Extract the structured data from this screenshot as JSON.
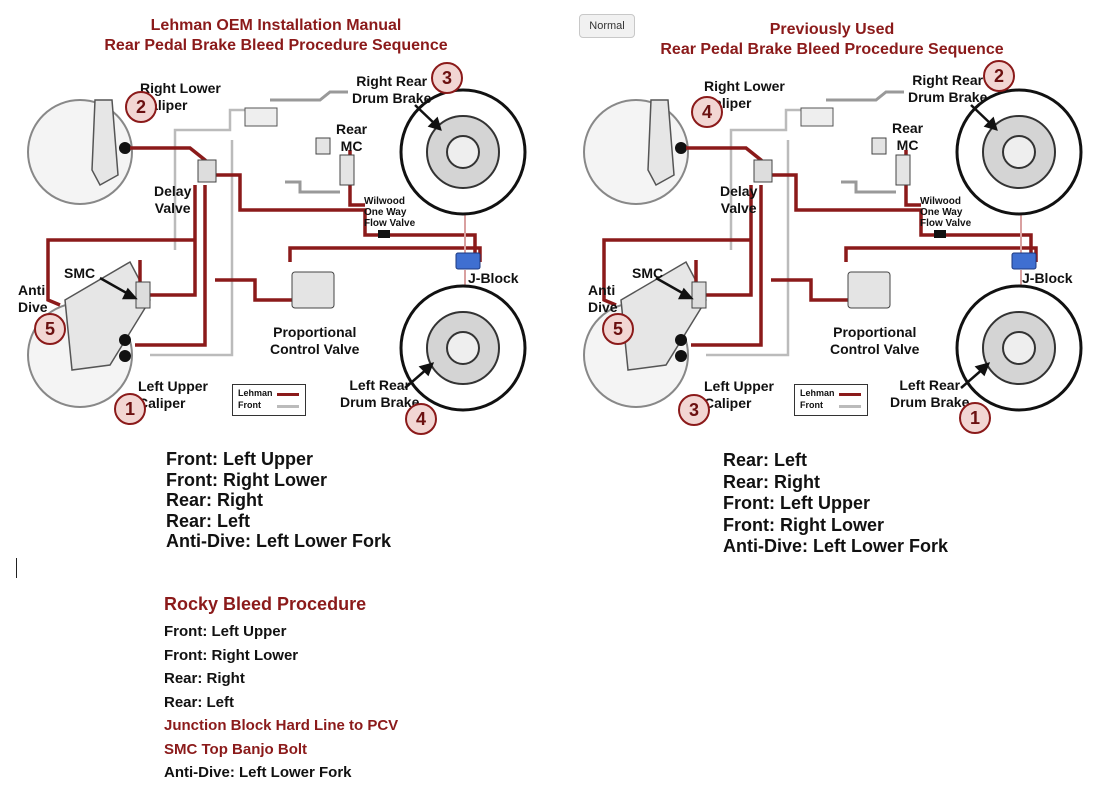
{
  "toolbar": {
    "style_button": "Normal"
  },
  "left_diagram": {
    "title_line1": "Lehman OEM Installation Manual",
    "title_line2": "Rear Pedal Brake Bleed Procedure Sequence",
    "labels": {
      "right_lower_caliper": "Right Lower\nCaliper",
      "right_rear_drum": "Right Rear\nDrum Brake",
      "rear_mc": "Rear\nMC",
      "delay_valve": "Delay\nValve",
      "wilwood": "Wilwood\nOne Way\nFlow Valve",
      "smc": "SMC",
      "anti_dive": "Anti\nDive",
      "j_block": "J-Block",
      "proportional": "Proportional\nControl Valve",
      "left_rear_drum": "Left Rear\nDrum Brake",
      "left_upper_caliper": "Left Upper\nCaliper"
    },
    "steps": {
      "right_lower": "2",
      "right_rear": "3",
      "anti_dive": "5",
      "left_upper": "1",
      "left_rear": "4"
    },
    "legend": {
      "lehman": "Lehman",
      "front": "Front"
    }
  },
  "right_diagram": {
    "title_line1": "Previously Used",
    "title_line2": "Rear Pedal Brake Bleed Procedure Sequence",
    "labels": {
      "right_lower_caliper": "Right Lower\nCaliper",
      "right_rear_drum": "Right Rear\nDrum Brake",
      "rear_mc": "Rear\nMC",
      "delay_valve": "Delay\nValve",
      "wilwood": "Wilwood\nOne Way\nFlow Valve",
      "smc": "SMC",
      "anti_dive": "Anti\nDive",
      "j_block": "J-Block",
      "proportional": "Proportional\nControl Valve",
      "left_rear_drum": "Left Rear\nDrum Brake",
      "left_upper_caliper": "Left Upper\nCaliper"
    },
    "steps": {
      "right_lower": "4",
      "right_rear": "2",
      "anti_dive": "5",
      "left_upper": "3",
      "left_rear": "1"
    },
    "legend": {
      "lehman": "Lehman",
      "front": "Front"
    }
  },
  "left_sequence": [
    "Front: Left Upper",
    "Front: Right Lower",
    "Rear: Right",
    "Rear: Left",
    "Anti-Dive: Left Lower Fork"
  ],
  "right_sequence": [
    "Rear: Left",
    "Rear: Right",
    "Front: Left Upper",
    "Front: Right Lower",
    "Anti-Dive: Left Lower Fork"
  ],
  "rocky": {
    "title": "Rocky Bleed Procedure",
    "steps": [
      {
        "text": "Front: Left Upper",
        "highlight": false
      },
      {
        "text": "Front: Right Lower",
        "highlight": false
      },
      {
        "text": "Rear: Right",
        "highlight": false
      },
      {
        "text": "Rear: Left",
        "highlight": false
      },
      {
        "text": "Junction Block Hard Line to PCV",
        "highlight": true
      },
      {
        "text": "SMC Top Banjo Bolt",
        "highlight": true
      },
      {
        "text": "Anti-Dive: Left Lower Fork",
        "highlight": false
      }
    ]
  },
  "colors": {
    "brake_line": "#8b1a1a",
    "front_line": "#bbbbbb",
    "title": "#8b1a1a",
    "badge_fill": "#f2d6d3",
    "j_block": "#3f6fd1"
  }
}
